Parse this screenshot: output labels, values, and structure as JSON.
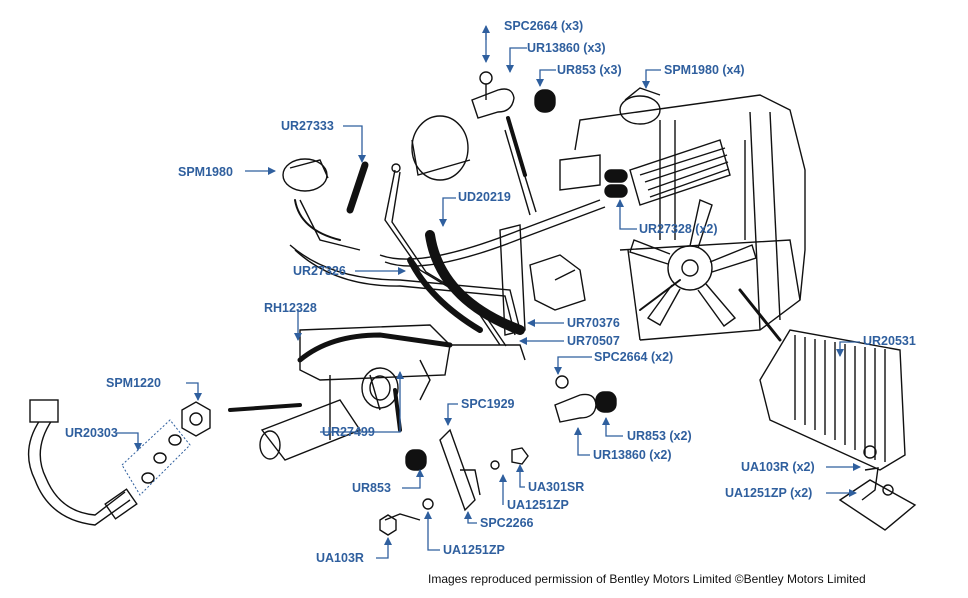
{
  "colors": {
    "label": "#2f5f9e",
    "line": "#111111"
  },
  "labels": {
    "spc2664_x3": "SPC2664 (x3)",
    "ur13860_x3": "UR13860 (x3)",
    "ur853_x3": "UR853 (x3)",
    "spm1980_x4": "SPM1980 (x4)",
    "ur27333": "UR27333",
    "spm1980": "SPM1980",
    "ud20219": "UD20219",
    "ur27328_x2": "UR27328 (x2)",
    "ur27326": "UR27326",
    "rh12328": "RH12328",
    "ur70376": "UR70376",
    "ur70507": "UR70507",
    "ur20531": "UR20531",
    "spc2664_x2": "SPC2664 (x2)",
    "spm1220": "SPM1220",
    "spc1929": "SPC1929",
    "ur20303": "UR20303",
    "ur853_x2": "UR853 (x2)",
    "ur27499": "UR27499",
    "ur13860_x2": "UR13860 (x2)",
    "ua103r_x2": "UA103R (x2)",
    "ua301sr": "UA301SR",
    "ur853": "UR853",
    "ua1251zp_x2": "UA1251ZP (x2)",
    "ua1251zp_a": "UA1251ZP",
    "spc2266": "SPC2266",
    "ua1251zp_b": "UA1251ZP",
    "ua103r": "UA103R"
  },
  "credit": "Images reproduced permission of Bentley Motors Limited ©Bentley Motors Limited"
}
